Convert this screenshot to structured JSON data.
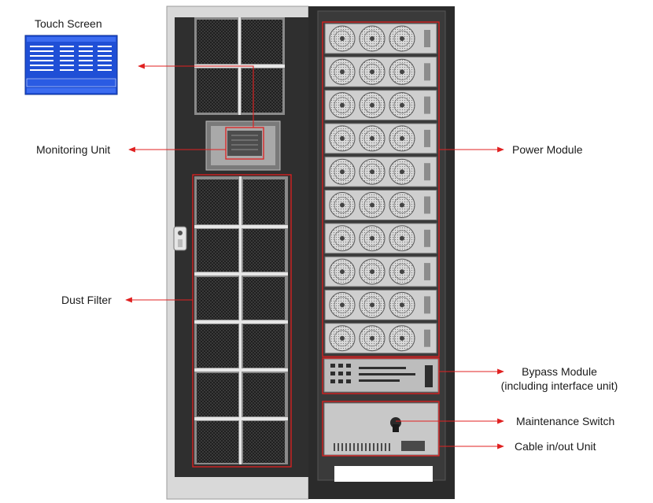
{
  "labels": {
    "touch_screen": "Touch Screen",
    "monitoring_unit": "Monitoring Unit",
    "dust_filter": "Dust Filter",
    "power_module": "Power Module",
    "bypass_module_line1": "Bypass Module",
    "bypass_module_line2": "(including interface unit)",
    "maintenance_switch": "Maintenance Switch",
    "cable_unit": "Cable in/out Unit"
  },
  "counts": {
    "power_modules": 10,
    "fans_per_module": 3
  },
  "colors": {
    "callout": "#e02020",
    "cabinet": "#2b2b2b",
    "door": "#3a3a3a",
    "filter_frame": "#8a8a8a",
    "filter_mesh": "#1e1e1e",
    "fan_face": "#cfcfcf",
    "screen_bg": "#1f4fd6",
    "label_text": "#1a1a1a"
  },
  "icons": [
    "door-handle-icon",
    "maintenance-switch-knob-icon",
    "fan-icon"
  ]
}
